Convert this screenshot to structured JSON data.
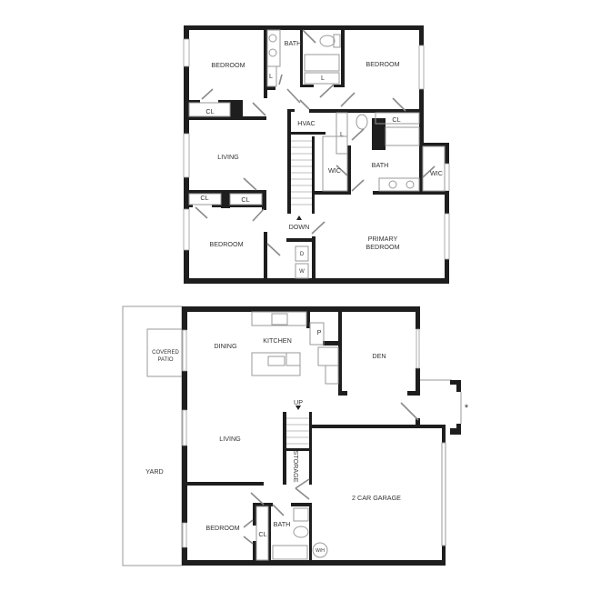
{
  "upper_floor": {
    "rooms": {
      "bedroom_nw": "BEDROOM",
      "bath_hall": "BATH",
      "bedroom_ne": "BEDROOM",
      "closet_nw": "CL",
      "linen_1": "L",
      "linen_2": "L",
      "linen_3": "L",
      "closet_ne": "CL",
      "hvac": "HVAC",
      "living": "LIVING",
      "wic_1": "WIC",
      "bath_primary": "BATH",
      "wic_2": "WIC",
      "closet_sw_1": "CL",
      "closet_sw_2": "CL",
      "bedroom_sw": "BEDROOM",
      "stairs": "DOWN",
      "primary_bedroom_line1": "PRIMARY",
      "primary_bedroom_line2": "BEDROOM",
      "dryer": "D",
      "washer": "W"
    }
  },
  "lower_floor": {
    "rooms": {
      "dining": "DINING",
      "kitchen": "KITCHEN",
      "pantry": "P",
      "covered_patio_line1": "COVERED",
      "covered_patio_line2": "PATIO",
      "den": "DEN",
      "stairs": "UP",
      "living": "LIVING",
      "yard": "YARD",
      "storage": "STORAGE",
      "garage": "2 CAR GARAGE",
      "bedroom": "BEDROOM",
      "bath": "BATH",
      "closet": "CL",
      "water_heater": "W/H",
      "entry_marker": "*"
    }
  },
  "colors": {
    "wall": "#1e1e1e",
    "fixture": "#9a9a9a",
    "label": "#333333"
  }
}
